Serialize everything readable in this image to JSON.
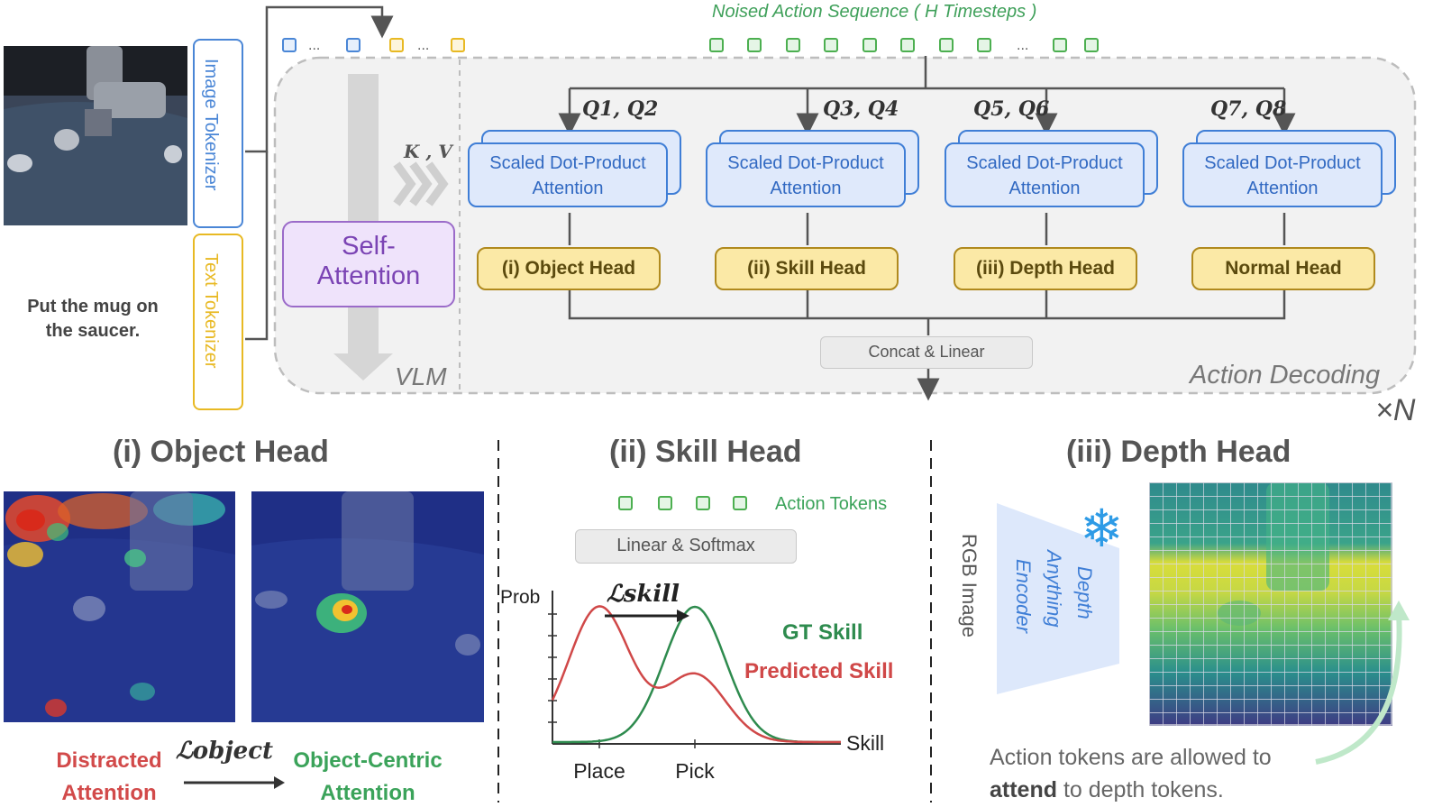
{
  "top": {
    "noised_title": "Noised Action Sequence ( H Timesteps )",
    "vlm_label": "VLM",
    "action_decoding_label": "Action Decoding",
    "times_n": "×N",
    "image_tokenizer": "Image Tokenizer",
    "text_tokenizer": "Text Tokenizer",
    "instruction_line1": "Put the mug on",
    "instruction_line2": "the saucer.",
    "self_attention_line1": "Self-",
    "self_attention_line2": "Attention",
    "kv_label": "K , V",
    "ellipsis": "...",
    "queries": [
      "Q1, Q2",
      "Q3, Q4",
      "Q5, Q6",
      "Q7, Q8"
    ],
    "attention_line1": "Scaled Dot-Product",
    "attention_line2": "Attention",
    "heads": [
      "(i) Object Head",
      "(ii) Skill Head",
      "(iii) Depth Head",
      "Normal Head"
    ],
    "concat_label": "Concat & Linear"
  },
  "object_section": {
    "title": "(i) Object Head",
    "distracted_line1": "Distracted",
    "distracted_line2": "Attention",
    "loss_symbol": "ℒobject",
    "centric_line1": "Object-Centric",
    "centric_line2": "Attention"
  },
  "skill_section": {
    "title": "(ii) Skill Head",
    "action_tokens": "Action Tokens",
    "linear_softmax": "Linear & Softmax",
    "loss_symbol": "ℒskill",
    "gt_skill": "GT Skill",
    "predicted_skill": "Predicted Skill"
  },
  "depth_section": {
    "title": "(iii) Depth Head",
    "rgb_label": "RGB Image",
    "encoder_line1": "Depth",
    "encoder_line2": "Anything",
    "encoder_line3": "Encoder",
    "note_part1": "Action tokens are allowed to",
    "note_bold": "attend",
    "note_part2": " to depth tokens."
  },
  "chart_data": {
    "type": "line",
    "title": "",
    "xlabel": "Skill",
    "ylabel": "Prob",
    "categories": [
      "Place",
      "Pick"
    ],
    "series": [
      {
        "name": "GT Skill",
        "color": "#2e8b4e",
        "peaks": [
          {
            "x": "Pick",
            "height": 1.0
          }
        ]
      },
      {
        "name": "Predicted Skill",
        "color": "#d04848",
        "peaks": [
          {
            "x": "Place",
            "height": 1.0
          },
          {
            "x": "Pick",
            "height": 0.5
          }
        ]
      }
    ],
    "grid": false,
    "legend": "right"
  },
  "colors": {
    "blue_token": "#4a86d6",
    "yellow_token": "#e8b923",
    "green_token": "#4caf50",
    "head_fill": "#fbe9a6",
    "attention_fill": "#dfe9fb"
  }
}
